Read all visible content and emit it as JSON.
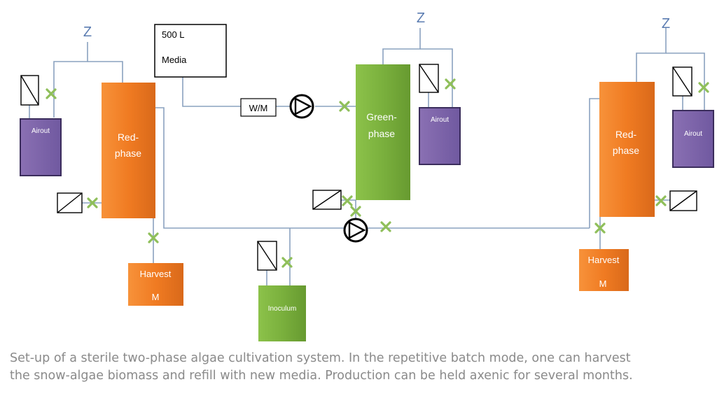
{
  "diagram": {
    "media_tank": {
      "line1": "500 L",
      "line2": "Media"
    },
    "water_meter": "W/M",
    "left_reactor": {
      "line1": "Red-",
      "line2": "phase"
    },
    "right_reactor": {
      "line1": "Red-",
      "line2": "phase"
    },
    "green_reactor": {
      "line1": "Green-",
      "line2": "phase"
    },
    "airout_left": "Airout",
    "airout_center": "Airout",
    "airout_right": "Airout",
    "harvest_left": {
      "line1": "Harvest",
      "line2": "M"
    },
    "harvest_right": {
      "line1": "Harvest",
      "line2": "M"
    },
    "inoculum": "Inoculum",
    "vent_symbol": "Z",
    "colors": {
      "orange": "#f07b22",
      "green": "#7ab03d",
      "purple": "#7d63a6",
      "pipe": "#8aa2bf",
      "valve": "#8fbf5a",
      "z": "#5b7cb1"
    }
  },
  "caption": {
    "line1": "Set-up of a sterile two-phase algae cultivation system. In the repetitive batch mode, one can harvest",
    "line2": "the snow-algae biomass and refill with new media. Production can be held axenic for several months."
  }
}
